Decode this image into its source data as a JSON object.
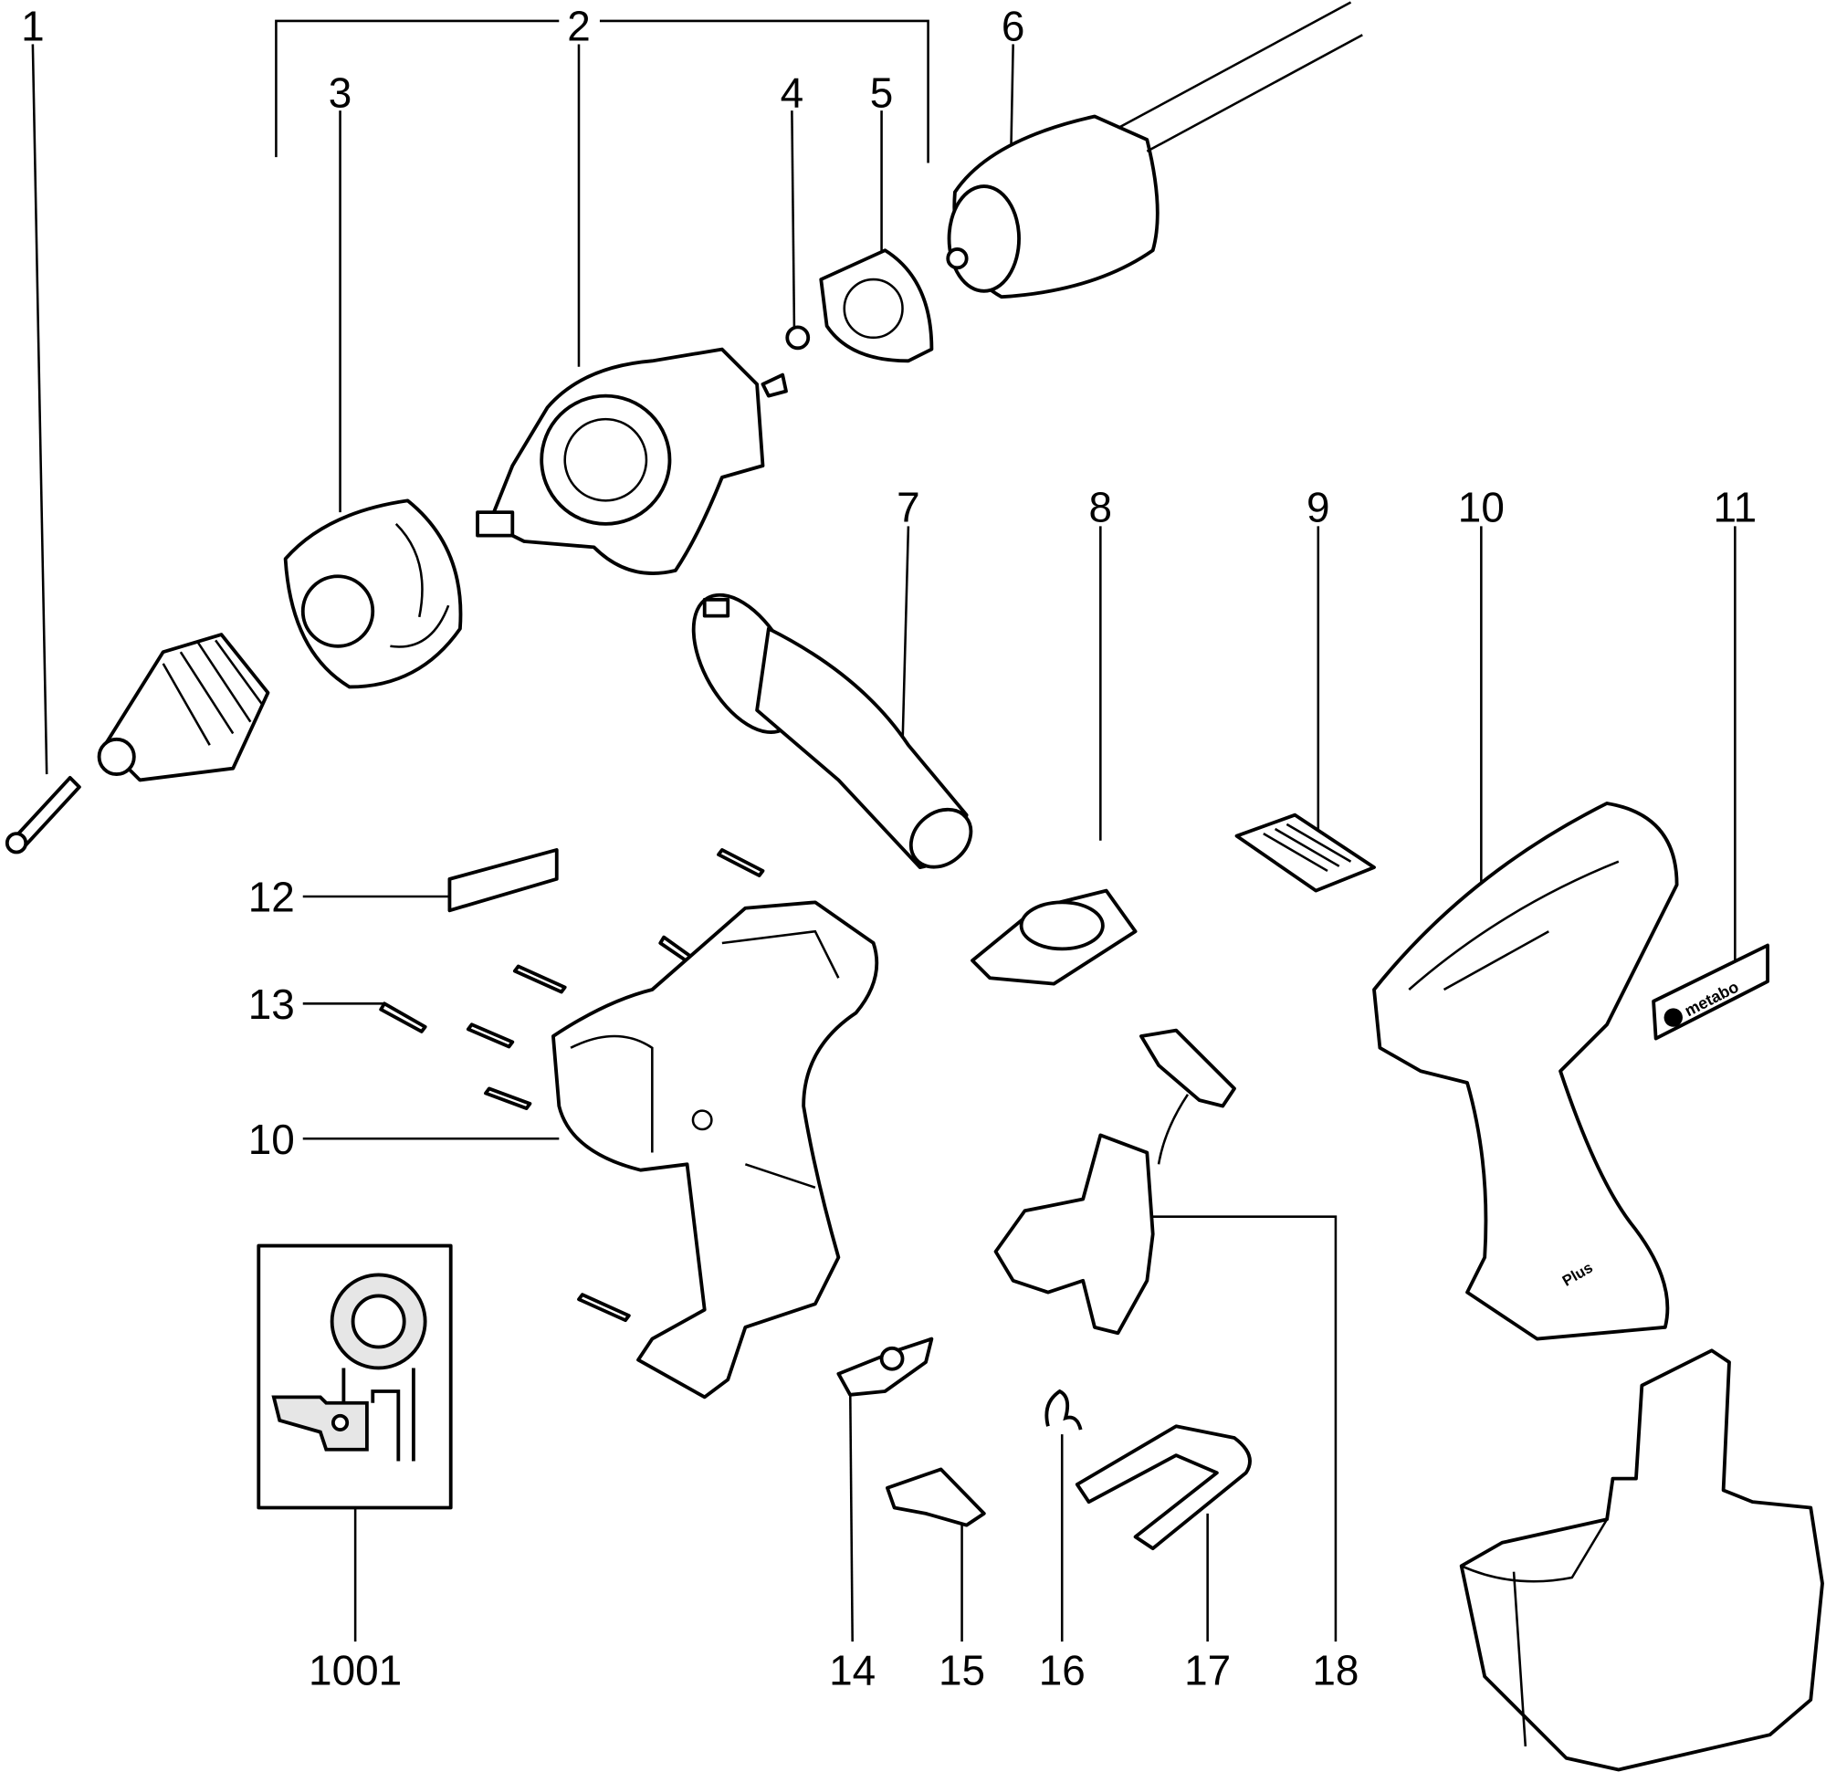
{
  "diagram": {
    "type": "exploded-parts-view",
    "labels": [
      "1",
      "2",
      "3",
      "4",
      "5",
      "6",
      "7",
      "8",
      "9",
      "10",
      "11",
      "12",
      "13",
      "10",
      "1001",
      "14",
      "15",
      "16",
      "17",
      "18"
    ],
    "logo_text": "metabo",
    "badge_text": "Plus"
  }
}
